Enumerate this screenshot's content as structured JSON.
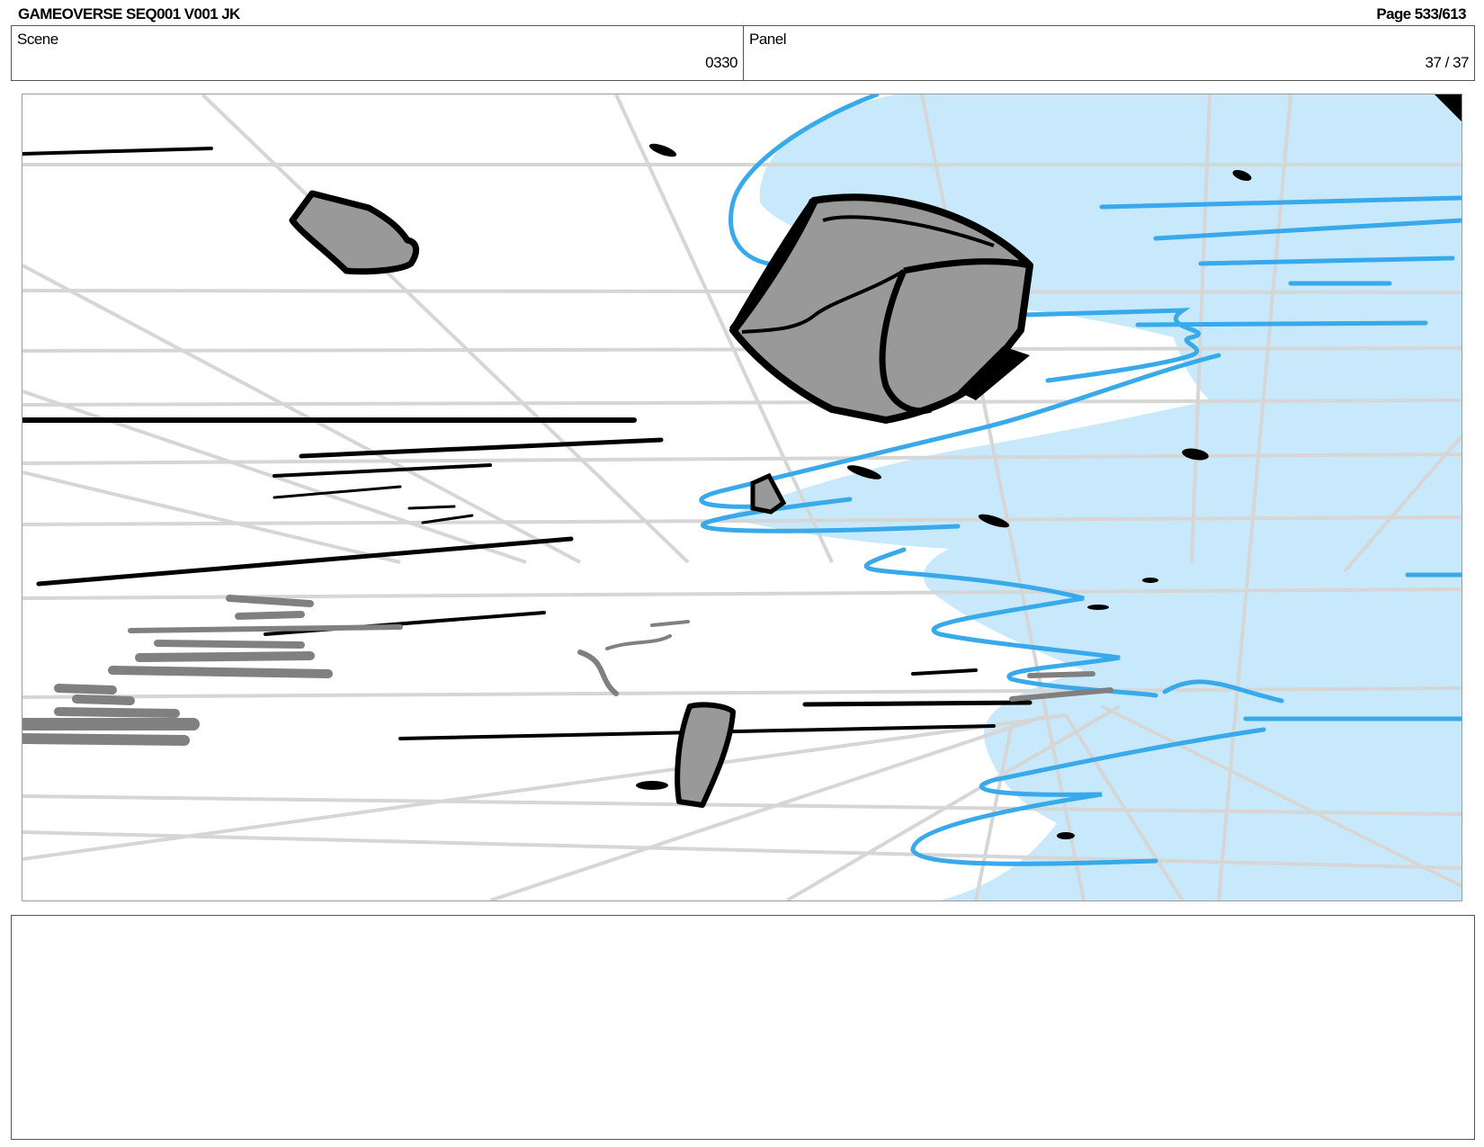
{
  "header": {
    "title": "GAMEOVERSE SEQ001 V001 JK",
    "page": "Page 533/613"
  },
  "info": {
    "scene_label": "Scene",
    "scene_value": "0330",
    "panel_label": "Panel",
    "panel_value": "37 / 37"
  },
  "artwork": {
    "description_icon": "storyboard-sketch",
    "colors": {
      "sky_fill": "#c8e9fb",
      "sky_stroke": "#38a9ea",
      "grid": "#d6d6d6",
      "rock_fill": "#999999",
      "ink": "#000000",
      "smear": "#808080"
    }
  },
  "notes": {
    "text": ""
  }
}
